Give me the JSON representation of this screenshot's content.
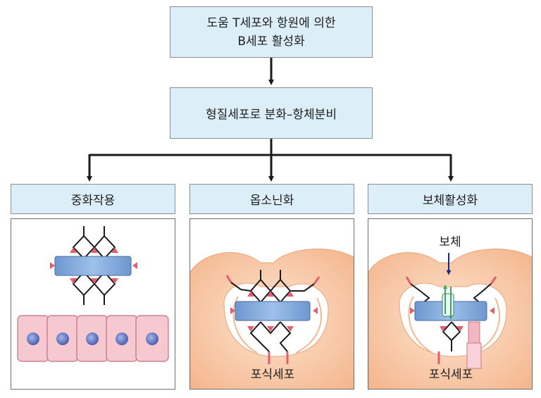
{
  "flow": {
    "top_line1": "도움 T세포와 항원에 의한",
    "top_line2": "B세포 활성화",
    "middle": "형질세포로 분화–항체분비"
  },
  "outcomes": {
    "neutralization": {
      "title": "중화작용"
    },
    "opsonization": {
      "title": "옵소닌화",
      "cell_label": "포식세포"
    },
    "complement": {
      "title": "보체활성화",
      "complement_label": "보체",
      "cell_label": "포식세포"
    }
  },
  "colors": {
    "box_fill": "#dceef8",
    "antigen_blue": "#7ea6d8",
    "antibody_tip": "#e06070",
    "cell_pink": "#f6c8cf",
    "phagocyte": "#f8c9a4",
    "complement_green": "#3aa65a",
    "complement_arrow": "#1f2a7a"
  }
}
